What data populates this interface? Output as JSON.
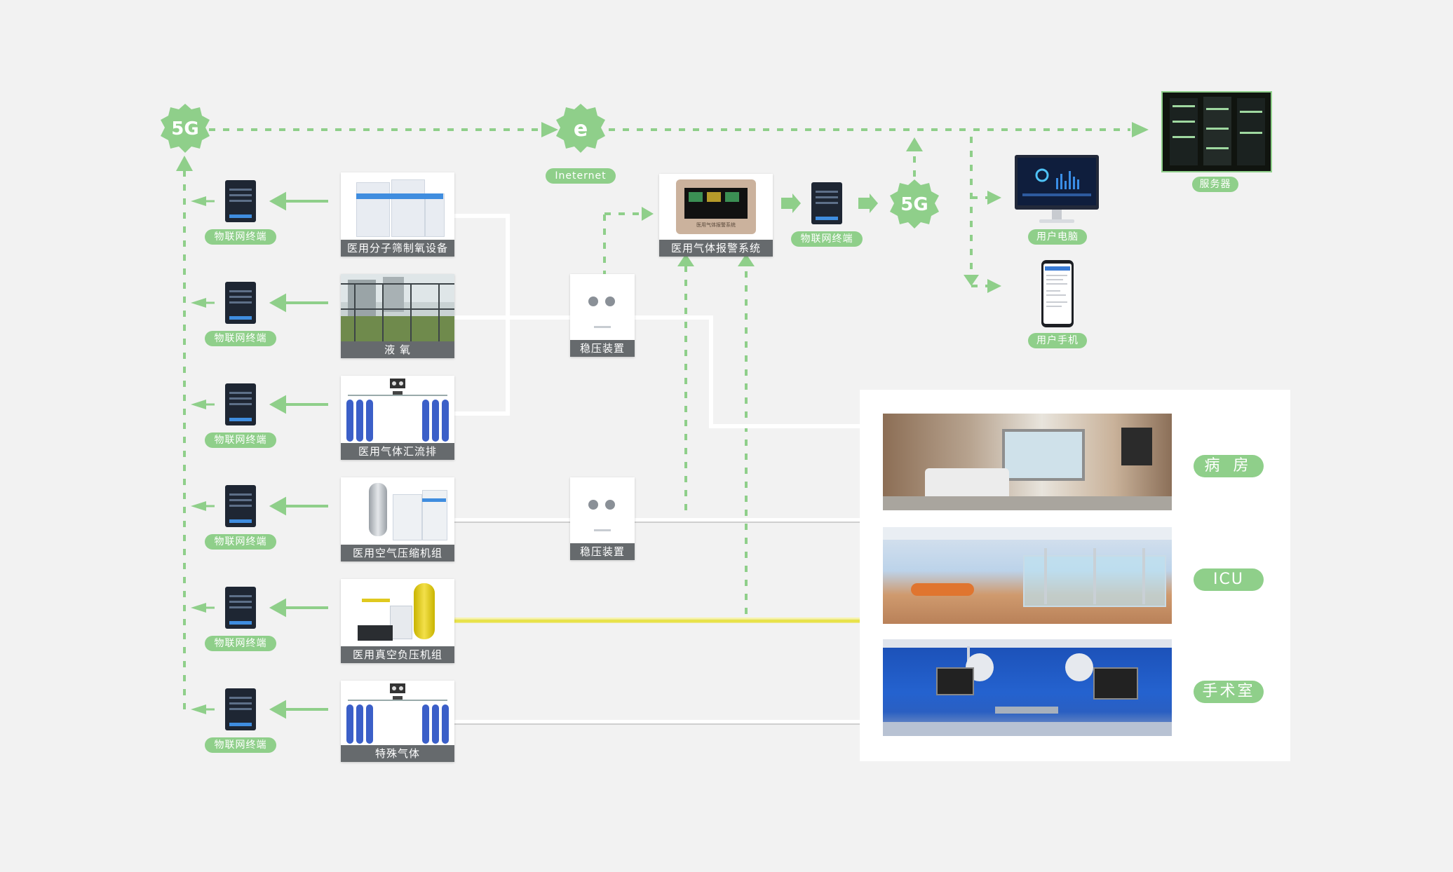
{
  "badges": {
    "g5_left": "5G",
    "internet_icon": "e",
    "g5_mid": "5G"
  },
  "labels": {
    "internet": "Ineternet",
    "server": "服务器",
    "user_pc": "用户电脑",
    "user_phone": "用户手机",
    "alarm_terminal": "物联网终端"
  },
  "alarm_system": {
    "caption": "医用气体报警系统",
    "screen_text": "医用气体报警系统"
  },
  "sources": [
    {
      "caption": "医用分子筛制氧设备",
      "terminal": "物联网终端"
    },
    {
      "caption": "液 氧",
      "terminal": "物联网终端"
    },
    {
      "caption": "医用气体汇流排",
      "terminal": "物联网终端"
    },
    {
      "caption": "医用空气压缩机组",
      "terminal": "物联网终端"
    },
    {
      "caption": "医用真空负压机组",
      "terminal": "物联网终端"
    },
    {
      "caption": "特殊气体",
      "terminal": "物联网终端"
    }
  ],
  "regulators": [
    {
      "caption": "稳压装置"
    },
    {
      "caption": "稳压装置"
    }
  ],
  "rooms": [
    {
      "label": "病 房"
    },
    {
      "label": "ICU"
    },
    {
      "label": "手术室"
    }
  ],
  "colors": {
    "accent": "#8fcf8a",
    "caption_bg": "#666a6d",
    "vacuum_line": "#e8e24a"
  }
}
